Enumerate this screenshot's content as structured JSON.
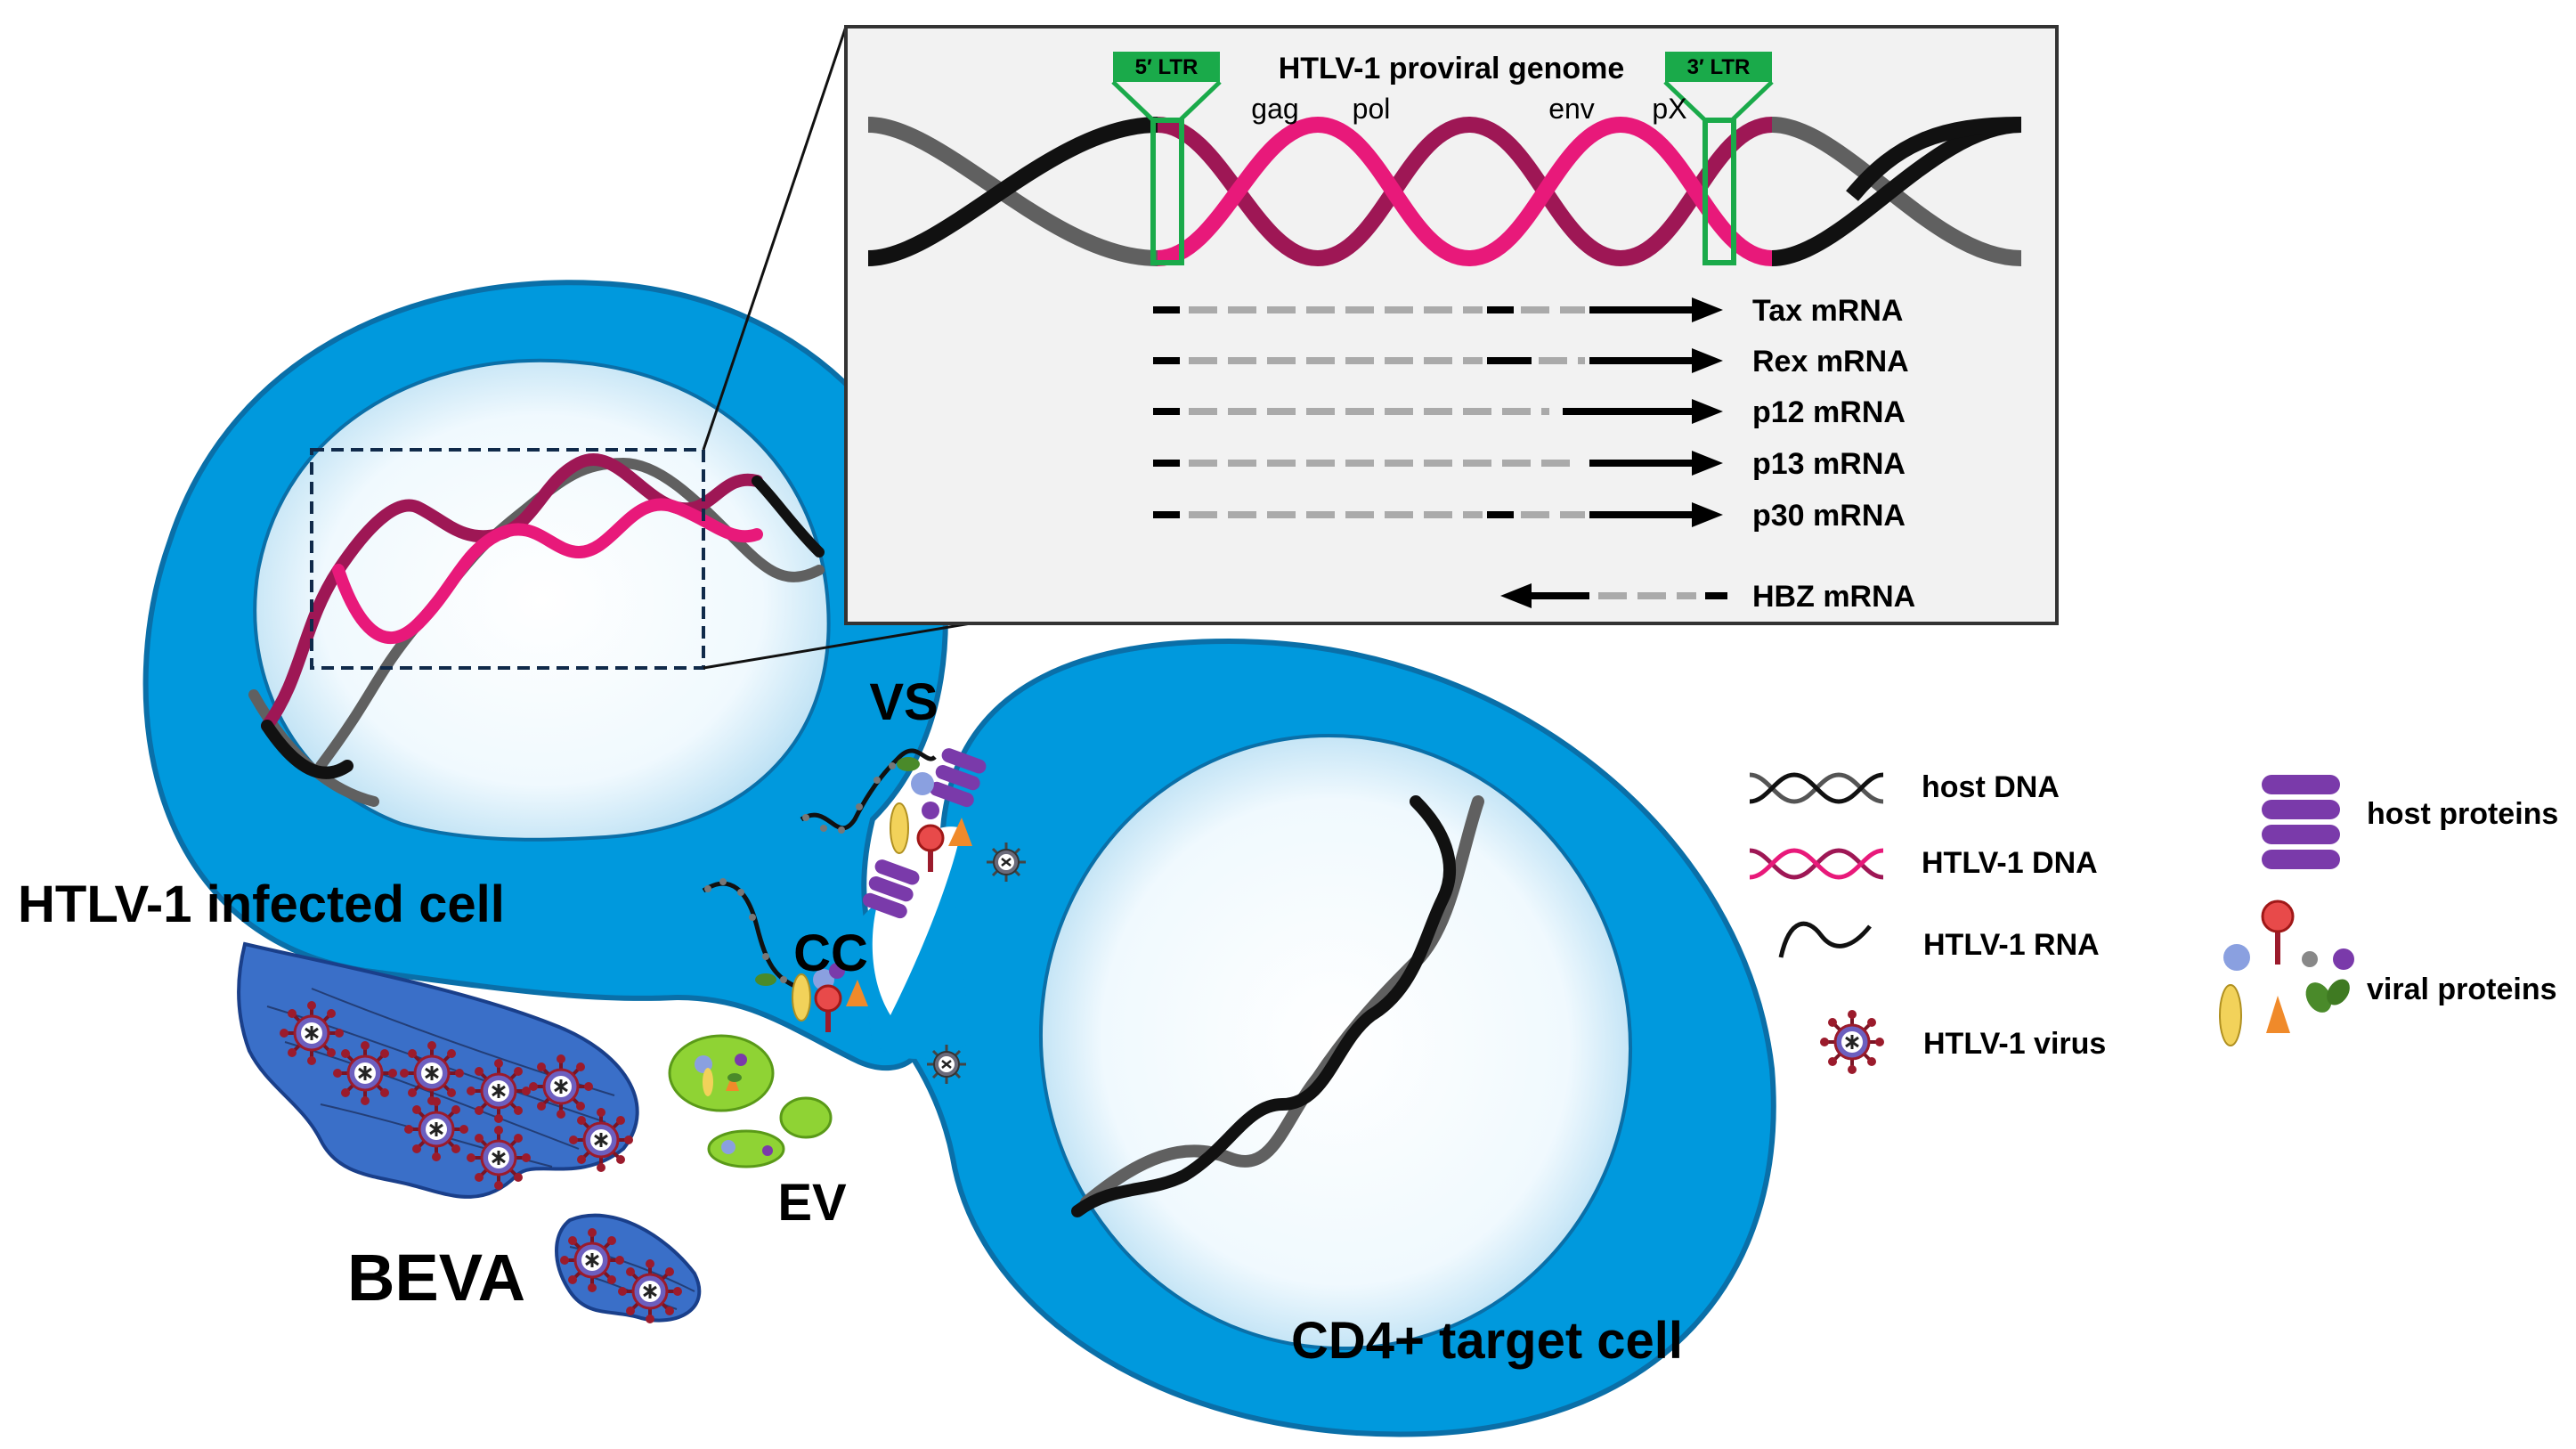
{
  "diagram": {
    "cells": {
      "infected_label": "HTLV-1 infected cell",
      "target_label": "CD4+ target cell"
    },
    "structures": {
      "vs": "VS",
      "cc": "CC",
      "ev": "EV",
      "beva": "BEVA"
    },
    "genome_panel": {
      "title": "HTLV-1 proviral genome",
      "ltr5": "5′ LTR",
      "ltr3": "3′ LTR",
      "genes": [
        "gag",
        "pol",
        "env",
        "pX"
      ],
      "transcripts": [
        {
          "name": "Tax mRNA",
          "direction": "forward"
        },
        {
          "name": "Rex mRNA",
          "direction": "forward"
        },
        {
          "name": "p12 mRNA",
          "direction": "forward"
        },
        {
          "name": "p13 mRNA",
          "direction": "forward"
        },
        {
          "name": "p30 mRNA",
          "direction": "forward"
        },
        {
          "name": "HBZ mRNA",
          "direction": "reverse"
        }
      ]
    },
    "legend": [
      {
        "key": "host_dna",
        "label": "host DNA",
        "icon": "host-dna-icon"
      },
      {
        "key": "htlv1_dna",
        "label": "HTLV-1 DNA",
        "icon": "htlv1-dna-icon"
      },
      {
        "key": "htlv1_rna",
        "label": "HTLV-1 RNA",
        "icon": "htlv1-rna-icon"
      },
      {
        "key": "htlv1_virus",
        "label": "HTLV-1 virus",
        "icon": "virus-icon"
      },
      {
        "key": "host_proteins",
        "label": "host proteins",
        "icon": "host-proteins-icon"
      },
      {
        "key": "viral_proteins",
        "label": "viral proteins",
        "icon": "viral-proteins-icon"
      }
    ],
    "colors": {
      "cell": "#0099dd",
      "cell_edge": "#0a6fa8",
      "nucleus": "#eaf6fd",
      "htlv_pink": "#e8197a",
      "htlv_dark": "#9e1755",
      "host_black": "#111111",
      "host_grey": "#606060",
      "ltr_green": "#1aaa4a",
      "panel_bg": "#f2f2f2",
      "ev_green": "#8fd334",
      "beva_blue": "#3a6fc8",
      "host_protein_purple": "#7a3aaa",
      "virus_red": "#9b1b2c"
    }
  }
}
